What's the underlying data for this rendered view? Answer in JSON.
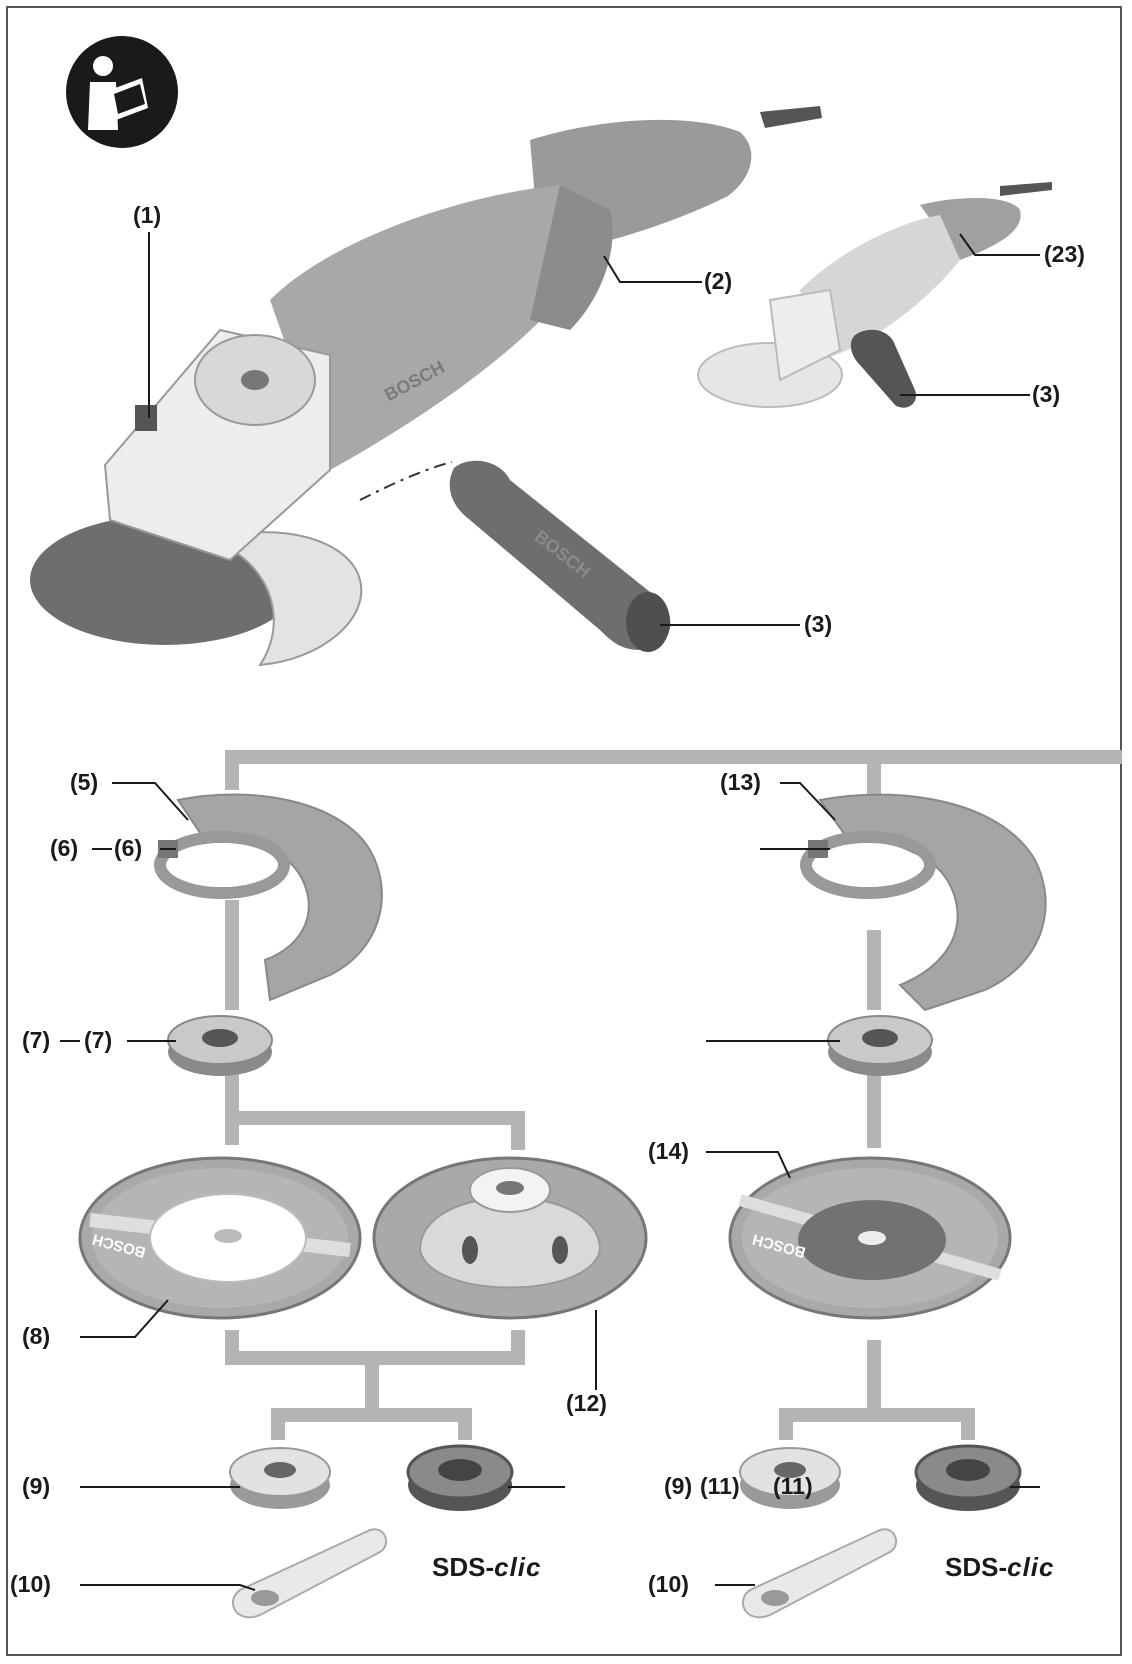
{
  "callouts": {
    "c1": "(1)",
    "c2": "(2)",
    "c23": "(23)",
    "c3_small": "(3)",
    "c3_main": "(3)",
    "c5": "(5)",
    "c6a": "(6)",
    "c6b": "(6)",
    "c13": "(13)",
    "c7a": "(7)",
    "c7b": "(7)",
    "c14": "(14)",
    "c8": "(8)",
    "c12": "(12)",
    "c9_left": "(9)",
    "c9_right": "(9)",
    "c11a": "(11)",
    "c11b": "(11)",
    "c10_left": "(10)",
    "c10_right": "(10)"
  },
  "sds_left": {
    "prefix": "SDS-",
    "suffix": "clic"
  },
  "sds_right": {
    "prefix": "SDS-",
    "suffix": "clic"
  },
  "markings": {
    "housing_brand": "BOSCH",
    "handle_brand": "BOSCH",
    "disc8_brand": "BOSCH",
    "disc14_brand": "BOSCH"
  },
  "icons": [
    "read-manual-icon"
  ],
  "colors": {
    "body": "#a8a8a8",
    "dark": "#6e6e6e",
    "light": "#ededed",
    "connector": "#b4b4b4",
    "ink": "#1a1a1a"
  }
}
